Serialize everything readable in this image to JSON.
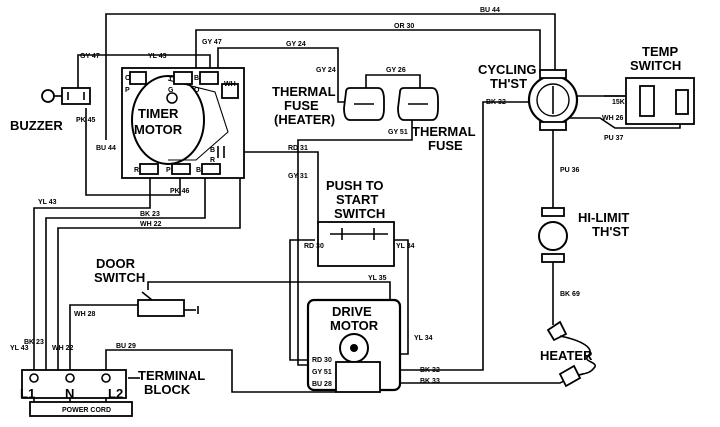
{
  "components": {
    "buzzer": "BUZZER",
    "timer_motor": [
      "TIMER",
      "MOTOR"
    ],
    "thermal_fuse_heater": [
      "THERMAL",
      "FUSE",
      "(HEATER)"
    ],
    "thermal_fuse": [
      "THERMAL",
      "FUSE"
    ],
    "cycling_thst": [
      "CYCLING",
      "TH'ST"
    ],
    "temp_switch": [
      "TEMP",
      "SWITCH"
    ],
    "push_to_start": [
      "PUSH TO",
      "START",
      "SWITCH"
    ],
    "hi_limit": [
      "HI-LIMIT",
      "TH'ST"
    ],
    "door_switch": [
      "DOOR",
      "SWITCH"
    ],
    "drive_motor": [
      "DRIVE",
      "MOTOR"
    ],
    "heater": "HEATER",
    "terminal_block": [
      "TERMINAL",
      "BLOCK"
    ],
    "power_cord": "POWER CORD"
  },
  "terminals": {
    "l1": "L1",
    "n": "N",
    "l2": "L2"
  },
  "wire_labels": {
    "bu44_top": "BU 44",
    "or30": "OR 30",
    "gy47": "GY 47",
    "gy24": "GY 24",
    "yl43_top": "YL 43",
    "gy24_fuse": "GY 24",
    "gy26": "GY 26",
    "gy51": "GY 51",
    "bk32": "BK 32",
    "k15": "15K",
    "wh26": "WH 26",
    "pu37": "PU 37",
    "pu36": "PU 36",
    "bk69": "BK 69",
    "rd31": "RD 31",
    "gy31": "GY 31",
    "rd30": "RD 30",
    "yl34": "YL 34",
    "yl35": "YL 35",
    "yl34b": "YL 34",
    "wh28": "WH 28",
    "bu29": "BU 29",
    "yl43": "YL 43",
    "bk23": "BK 23",
    "wh22": "WH 22",
    "pk46": "PK 46",
    "pk45": "PK 45",
    "gy47_left": "GY 47",
    "bu44_left": "BU 44",
    "yl43_vert": "YL 43",
    "bk23_vert": "BK 23",
    "wh22_vert": "WH 22",
    "rd30_motor": "RD 30",
    "gy51_motor": "GY 51",
    "bu28_motor": "BU 28",
    "bk32_motor": "BK 32",
    "bk33_motor": "BK 33",
    "wh": "WH"
  },
  "timer_contacts": [
    "O",
    "Y",
    "B",
    "P",
    "G",
    "O",
    "R",
    "P",
    "B",
    "B",
    "R"
  ]
}
